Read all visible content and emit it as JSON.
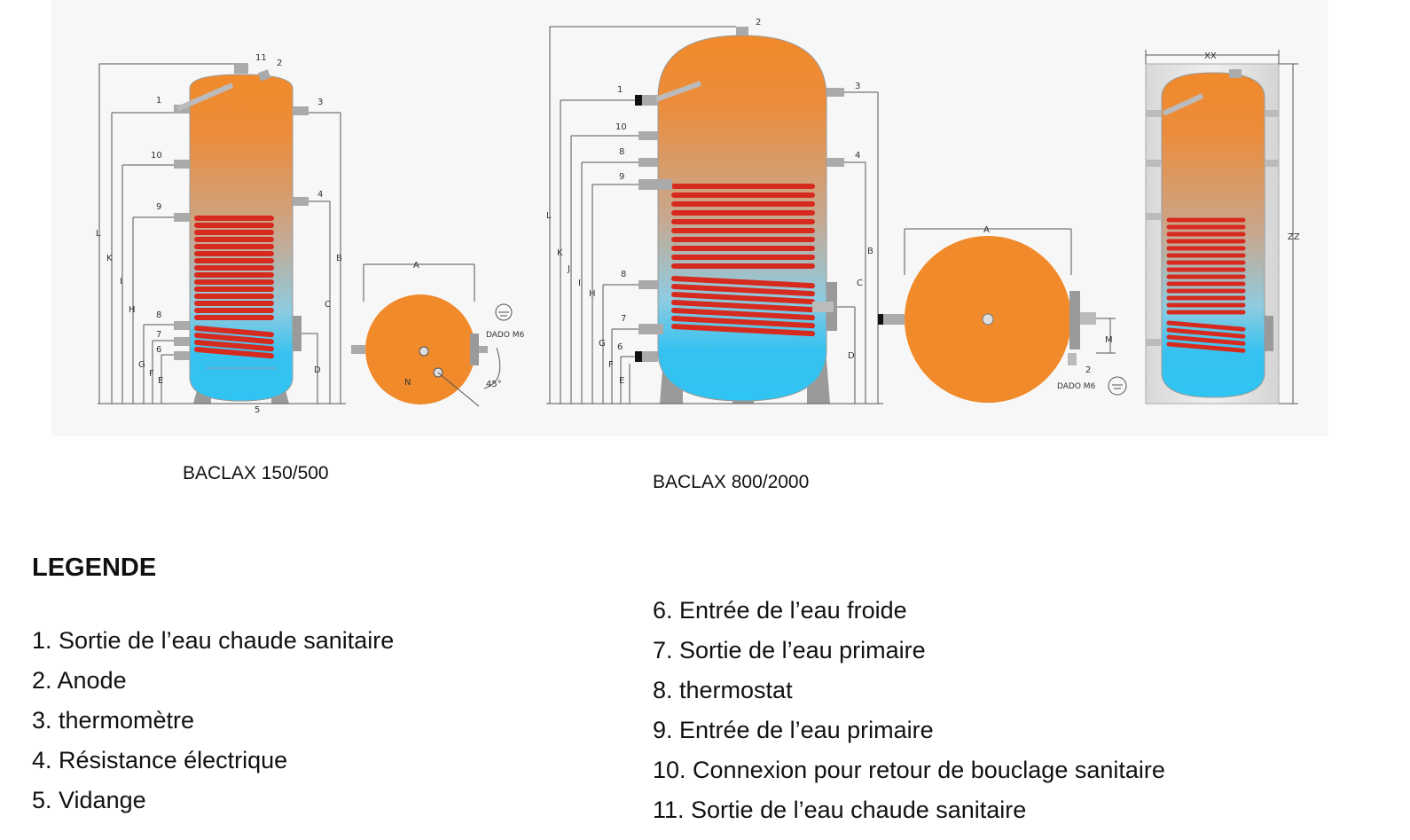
{
  "diagram": {
    "labels_a": [
      "11",
      "2",
      "1",
      "3",
      "10",
      "4",
      "9",
      "B",
      "L",
      "K",
      "I",
      "H",
      "C",
      "8",
      "7",
      "6",
      "G",
      "F",
      "E",
      "D",
      "5"
    ],
    "labels_b": [
      "A",
      "DADO M6",
      "N",
      "45°"
    ],
    "labels_c": [
      "2",
      "1",
      "3",
      "10",
      "8",
      "4",
      "9",
      "L",
      "K",
      "J",
      "I",
      "H",
      "C",
      "B",
      "8",
      "7",
      "G",
      "6",
      "F",
      "E",
      "D"
    ],
    "labels_d": [
      "A",
      "M",
      "2",
      "DADO M6"
    ],
    "labels_e": [
      "XX",
      "ZZ"
    ]
  },
  "captions": {
    "small_model": "BACLAX 150/500",
    "large_model": "BACLAX 800/2000"
  },
  "legend": {
    "heading": "LEGENDE",
    "left": [
      "1. Sortie  de l’eau chaude sanitaire",
      "2. Anode",
      "3. thermomètre",
      "4. Résistance électrique",
      "5. Vidange"
    ],
    "right": [
      "6. Entrée de l’eau froide",
      "7. Sortie de l’eau primaire",
      "8. thermostat",
      "9. Entrée de l’eau primaire",
      "10. Connexion pour retour de bouclage sanitaire",
      "11. Sortie de l’eau chaude sanitaire"
    ]
  }
}
